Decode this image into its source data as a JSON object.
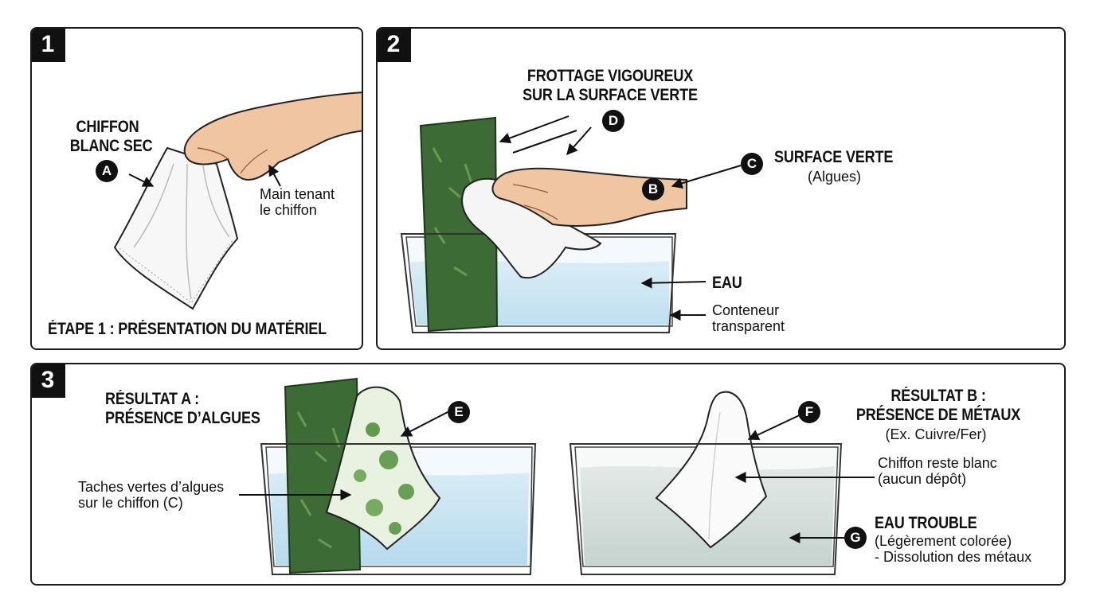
{
  "panel1": {
    "number": "1",
    "label_chiffon": [
      "CHIFFON",
      "BLANC SEC"
    ],
    "marker_a": "A",
    "label_hand": [
      "Main tenant",
      "le chiffon"
    ],
    "caption": "ÉTAPE 1 : PRÉSENTATION DU MATÉRIEL"
  },
  "panel2": {
    "number": "2",
    "label_rub": [
      "FROTTAGE VIGOUREUX",
      "SUR LA SURFACE VERTE"
    ],
    "marker_d": "D",
    "marker_c": "C",
    "marker_b": "B",
    "label_surface": "SURFACE VERTE",
    "label_surface_sub": "(Algues)",
    "label_water": "EAU",
    "label_container": [
      "Conteneur",
      "transparent"
    ]
  },
  "panel3": {
    "number": "3",
    "result_a_title": [
      "RÉSULTAT A :",
      "PRÉSENCE D’ALGUES"
    ],
    "marker_e": "E",
    "label_stains": [
      "Taches vertes d’algues",
      "sur le chiffon (C)"
    ],
    "result_b_title": [
      "RÉSULTAT B :",
      "PRÉSENCE DE MÉTAUX"
    ],
    "result_b_sub": "(Ex. Cuivre/Fer)",
    "marker_f": "F",
    "label_clean": [
      "Chiffon reste blanc",
      "(aucun dépôt)"
    ],
    "marker_g": "G",
    "label_turbid": "EAU TROUBLE",
    "label_turbid_sub": [
      "(Légèrement colorée)",
      "- Dissolution des métaux"
    ]
  }
}
